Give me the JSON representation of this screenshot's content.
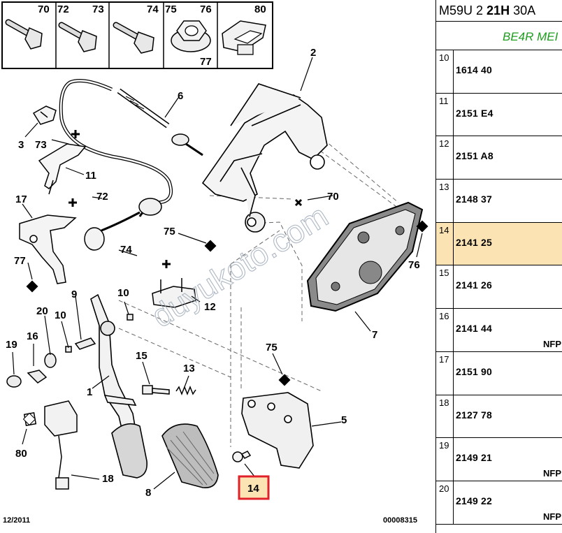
{
  "header": {
    "model": "M59U 2",
    "code": "21H",
    "suffix": "30A"
  },
  "subheader": "BE4R MEI",
  "rows": [
    {
      "num": "10",
      "ref": "1614 40",
      "tag": ""
    },
    {
      "num": "11",
      "ref": "2151 E4",
      "tag": ""
    },
    {
      "num": "12",
      "ref": "2151 A8",
      "tag": ""
    },
    {
      "num": "13",
      "ref": "2148 37",
      "tag": ""
    },
    {
      "num": "14",
      "ref": "2141 25",
      "tag": ""
    },
    {
      "num": "15",
      "ref": "2141 26",
      "tag": ""
    },
    {
      "num": "16",
      "ref": "2141 44",
      "tag": "NFP"
    },
    {
      "num": "17",
      "ref": "2151 90",
      "tag": ""
    },
    {
      "num": "18",
      "ref": "2127 78",
      "tag": ""
    },
    {
      "num": "19",
      "ref": "2149 21",
      "tag": "NFP"
    },
    {
      "num": "20",
      "ref": "2149 22",
      "tag": "NFP"
    }
  ],
  "diagram": {
    "legend": [
      "70",
      "72",
      "73",
      "74",
      "75",
      "76",
      "77",
      "80"
    ],
    "callouts": [
      "1",
      "2",
      "3",
      "5",
      "6",
      "7",
      "8",
      "9",
      "10",
      "10",
      "11",
      "12",
      "13",
      "15",
      "16",
      "17",
      "18",
      "19",
      "20",
      "70",
      "72",
      "73",
      "74",
      "75",
      "75",
      "76",
      "77",
      "80"
    ],
    "highlight": "14",
    "date": "12/2011",
    "ref": "00008315",
    "watermark": "duyukoto.com"
  }
}
